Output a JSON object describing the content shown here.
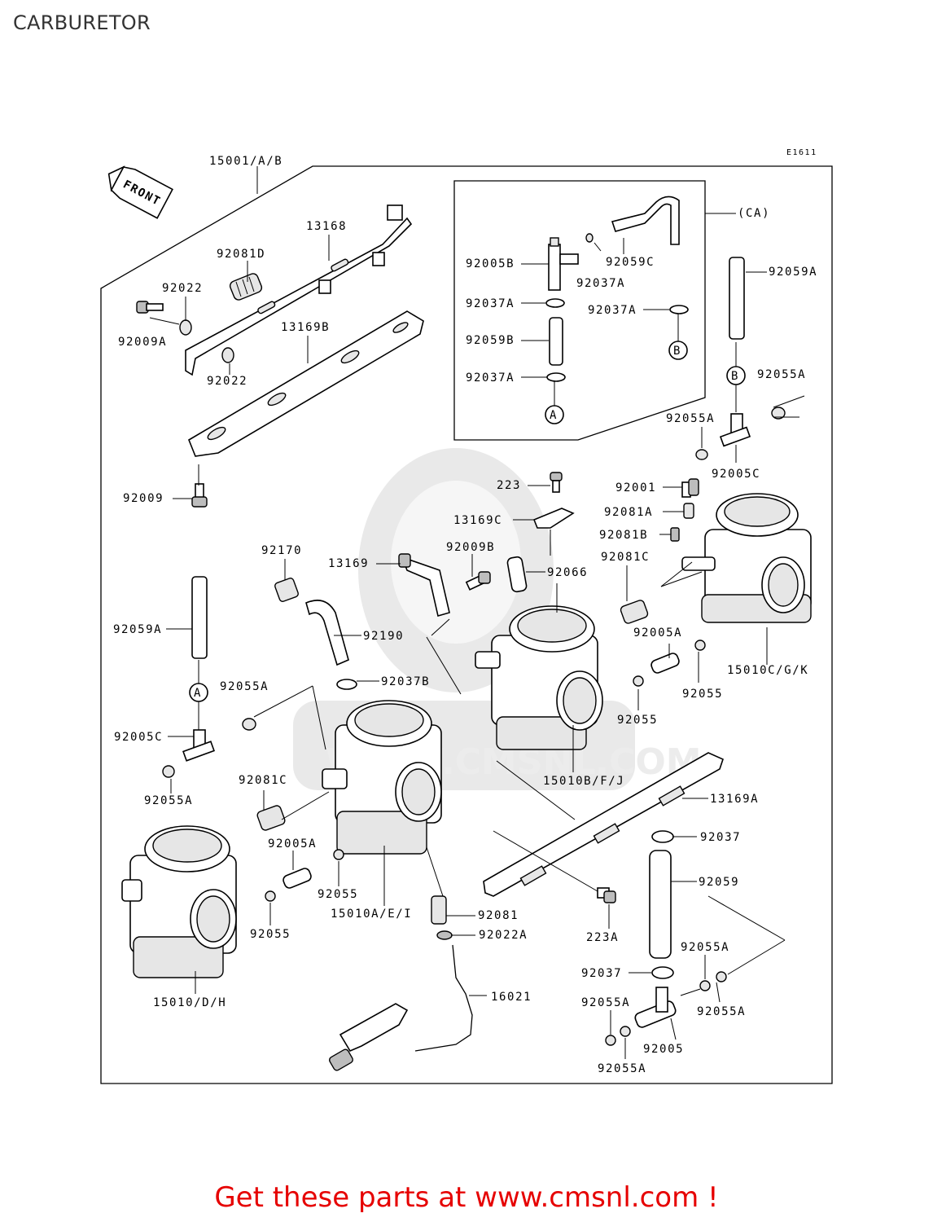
{
  "page_title": "CARBURETOR",
  "diagram_code": "E1611",
  "front_arrow_label": "FRONT",
  "inset_label": "(CA)",
  "callouts": {
    "a_top": "A",
    "b_top": "B",
    "b_right": "B",
    "a_left": "A"
  },
  "labels": [
    {
      "id": "15001-a-b",
      "text": "15001/A/B"
    },
    {
      "id": "13168",
      "text": "13168"
    },
    {
      "id": "92081d",
      "text": "92081D"
    },
    {
      "id": "92022-top",
      "text": "92022"
    },
    {
      "id": "92009a",
      "text": "92009A"
    },
    {
      "id": "13169b",
      "text": "13169B"
    },
    {
      "id": "92022-bottom",
      "text": "92022"
    },
    {
      "id": "92009",
      "text": "92009"
    },
    {
      "id": "92005b",
      "text": "92005B"
    },
    {
      "id": "92037a-1",
      "text": "92037A"
    },
    {
      "id": "92059b",
      "text": "92059B"
    },
    {
      "id": "92037a-2",
      "text": "92037A"
    },
    {
      "id": "92059c",
      "text": "92059C"
    },
    {
      "id": "92037a-3",
      "text": "92037A"
    },
    {
      "id": "92037a-4",
      "text": "92037A"
    },
    {
      "id": "ca",
      "text": "(CA)"
    },
    {
      "id": "92059a-right",
      "text": "92059A"
    },
    {
      "id": "92055a-right",
      "text": "92055A"
    },
    {
      "id": "92055a-mid",
      "text": "92055A"
    },
    {
      "id": "92005c-right",
      "text": "92005C"
    },
    {
      "id": "223",
      "text": "223"
    },
    {
      "id": "92001",
      "text": "92001"
    },
    {
      "id": "13169c",
      "text": "13169C"
    },
    {
      "id": "92081a",
      "text": "92081A"
    },
    {
      "id": "92081b",
      "text": "92081B"
    },
    {
      "id": "92081c-right",
      "text": "92081C"
    },
    {
      "id": "92170",
      "text": "92170"
    },
    {
      "id": "13169",
      "text": "13169"
    },
    {
      "id": "92009b",
      "text": "92009B"
    },
    {
      "id": "92066",
      "text": "92066"
    },
    {
      "id": "92059a-left",
      "text": "92059A"
    },
    {
      "id": "92190",
      "text": "92190"
    },
    {
      "id": "92005a-right",
      "text": "92005A"
    },
    {
      "id": "15010cgk",
      "text": "15010C/G/K"
    },
    {
      "id": "92037b",
      "text": "92037B"
    },
    {
      "id": "92055a-left",
      "text": "92055A"
    },
    {
      "id": "92055-right",
      "text": "92055"
    },
    {
      "id": "92055-center",
      "text": "92055"
    },
    {
      "id": "92005c-left",
      "text": "92005C"
    },
    {
      "id": "15010bfj",
      "text": "15010B/F/J"
    },
    {
      "id": "92081c-left",
      "text": "92081C"
    },
    {
      "id": "92055a-left2",
      "text": "92055A"
    },
    {
      "id": "13169a",
      "text": "13169A"
    },
    {
      "id": "92005a-left",
      "text": "92005A"
    },
    {
      "id": "92037",
      "text": "92037"
    },
    {
      "id": "92055-lower",
      "text": "92055"
    },
    {
      "id": "92055-lowleft",
      "text": "92055"
    },
    {
      "id": "15010aei",
      "text": "15010A/E/I"
    },
    {
      "id": "92059",
      "text": "92059"
    },
    {
      "id": "92081",
      "text": "92081"
    },
    {
      "id": "223a",
      "text": "223A"
    },
    {
      "id": "92022a",
      "text": "92022A"
    },
    {
      "id": "92055a-br1",
      "text": "92055A"
    },
    {
      "id": "92037-br",
      "text": "92037"
    },
    {
      "id": "15010dh",
      "text": "15010/D/H"
    },
    {
      "id": "16021",
      "text": "16021"
    },
    {
      "id": "92055a-br2",
      "text": "92055A"
    },
    {
      "id": "92055a-br3",
      "text": "92055A"
    },
    {
      "id": "92005",
      "text": "92005"
    },
    {
      "id": "92055a-br4",
      "text": "92055A"
    }
  ],
  "watermark_text": "WWW.CMSNL.COM",
  "footer_cta": "Get these parts at www.cmsnl.com !",
  "colors": {
    "cta": "#e60000",
    "line": "#000000",
    "title": "#333333",
    "watermark": "#e9e9e9"
  }
}
